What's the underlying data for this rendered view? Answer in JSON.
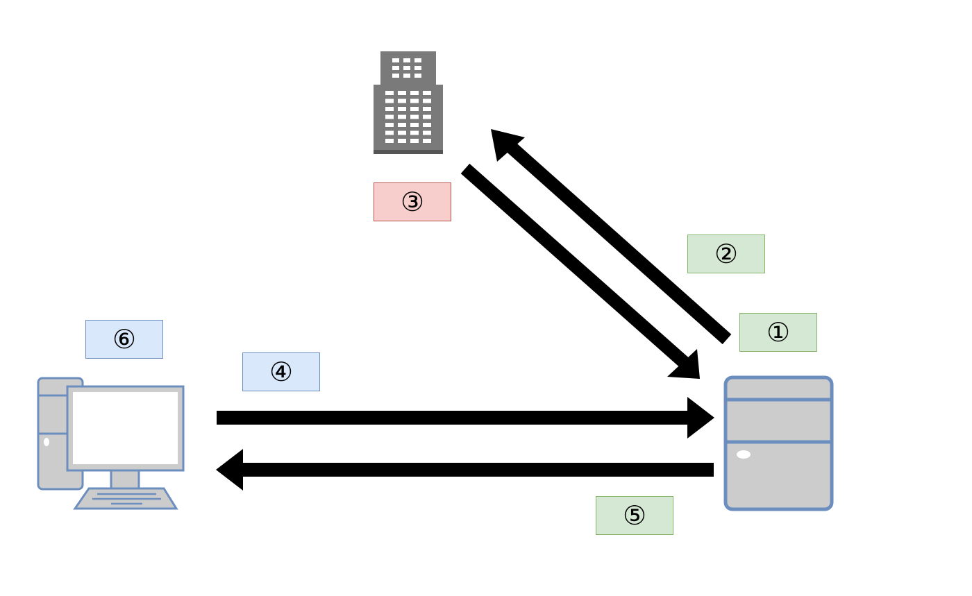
{
  "labels": {
    "step1": "①",
    "step2": "②",
    "step3": "③",
    "step4": "④",
    "step5": "⑤",
    "step6": "⑥"
  },
  "icons": {
    "building": "building-icon",
    "client": "desktop-computer-icon",
    "server": "server-tower-icon"
  },
  "colors": {
    "green_fill": "#d5e8d4",
    "green_border": "#82b366",
    "red_fill": "#f8cecc",
    "red_border": "#b85450",
    "blue_fill": "#dae8fc",
    "blue_border": "#6c8ebf",
    "arrow": "#000000",
    "device_fill": "#cccccc",
    "device_stroke": "#6c8ebf",
    "building_fill": "#7a7a7a"
  }
}
